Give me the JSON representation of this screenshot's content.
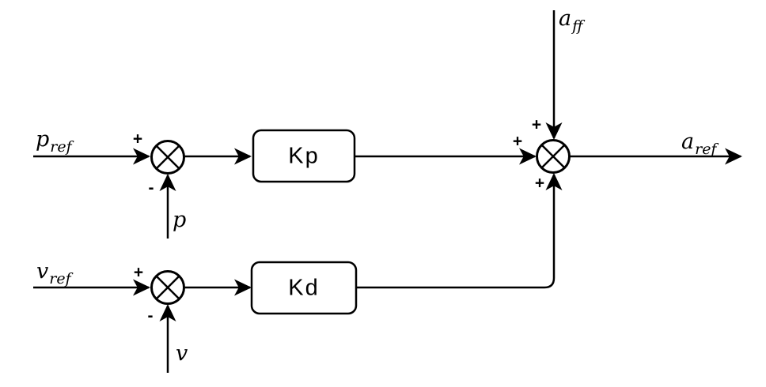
{
  "diagram": {
    "colors": {
      "background": "#ffffff",
      "stroke": "#000000",
      "text": "#000000"
    },
    "signals": {
      "p_ref": {
        "base": "p",
        "sub": "ref"
      },
      "p": {
        "base": "p"
      },
      "v_ref": {
        "base": "v",
        "sub": "ref"
      },
      "v": {
        "base": "v"
      },
      "a_ff": {
        "base": "a",
        "sub": "ff"
      },
      "a_ref": {
        "base": "a",
        "sub": "ref"
      }
    },
    "blocks": {
      "kp": {
        "label": "Kp"
      },
      "kd": {
        "label": "Kd"
      }
    },
    "junctions": {
      "j1": {
        "plus": "+",
        "minus": "-"
      },
      "j2": {
        "plus": "+",
        "minus": "-"
      },
      "j3": {
        "left_plus": "+",
        "top_plus": "+",
        "bottom_plus": "+"
      }
    }
  }
}
